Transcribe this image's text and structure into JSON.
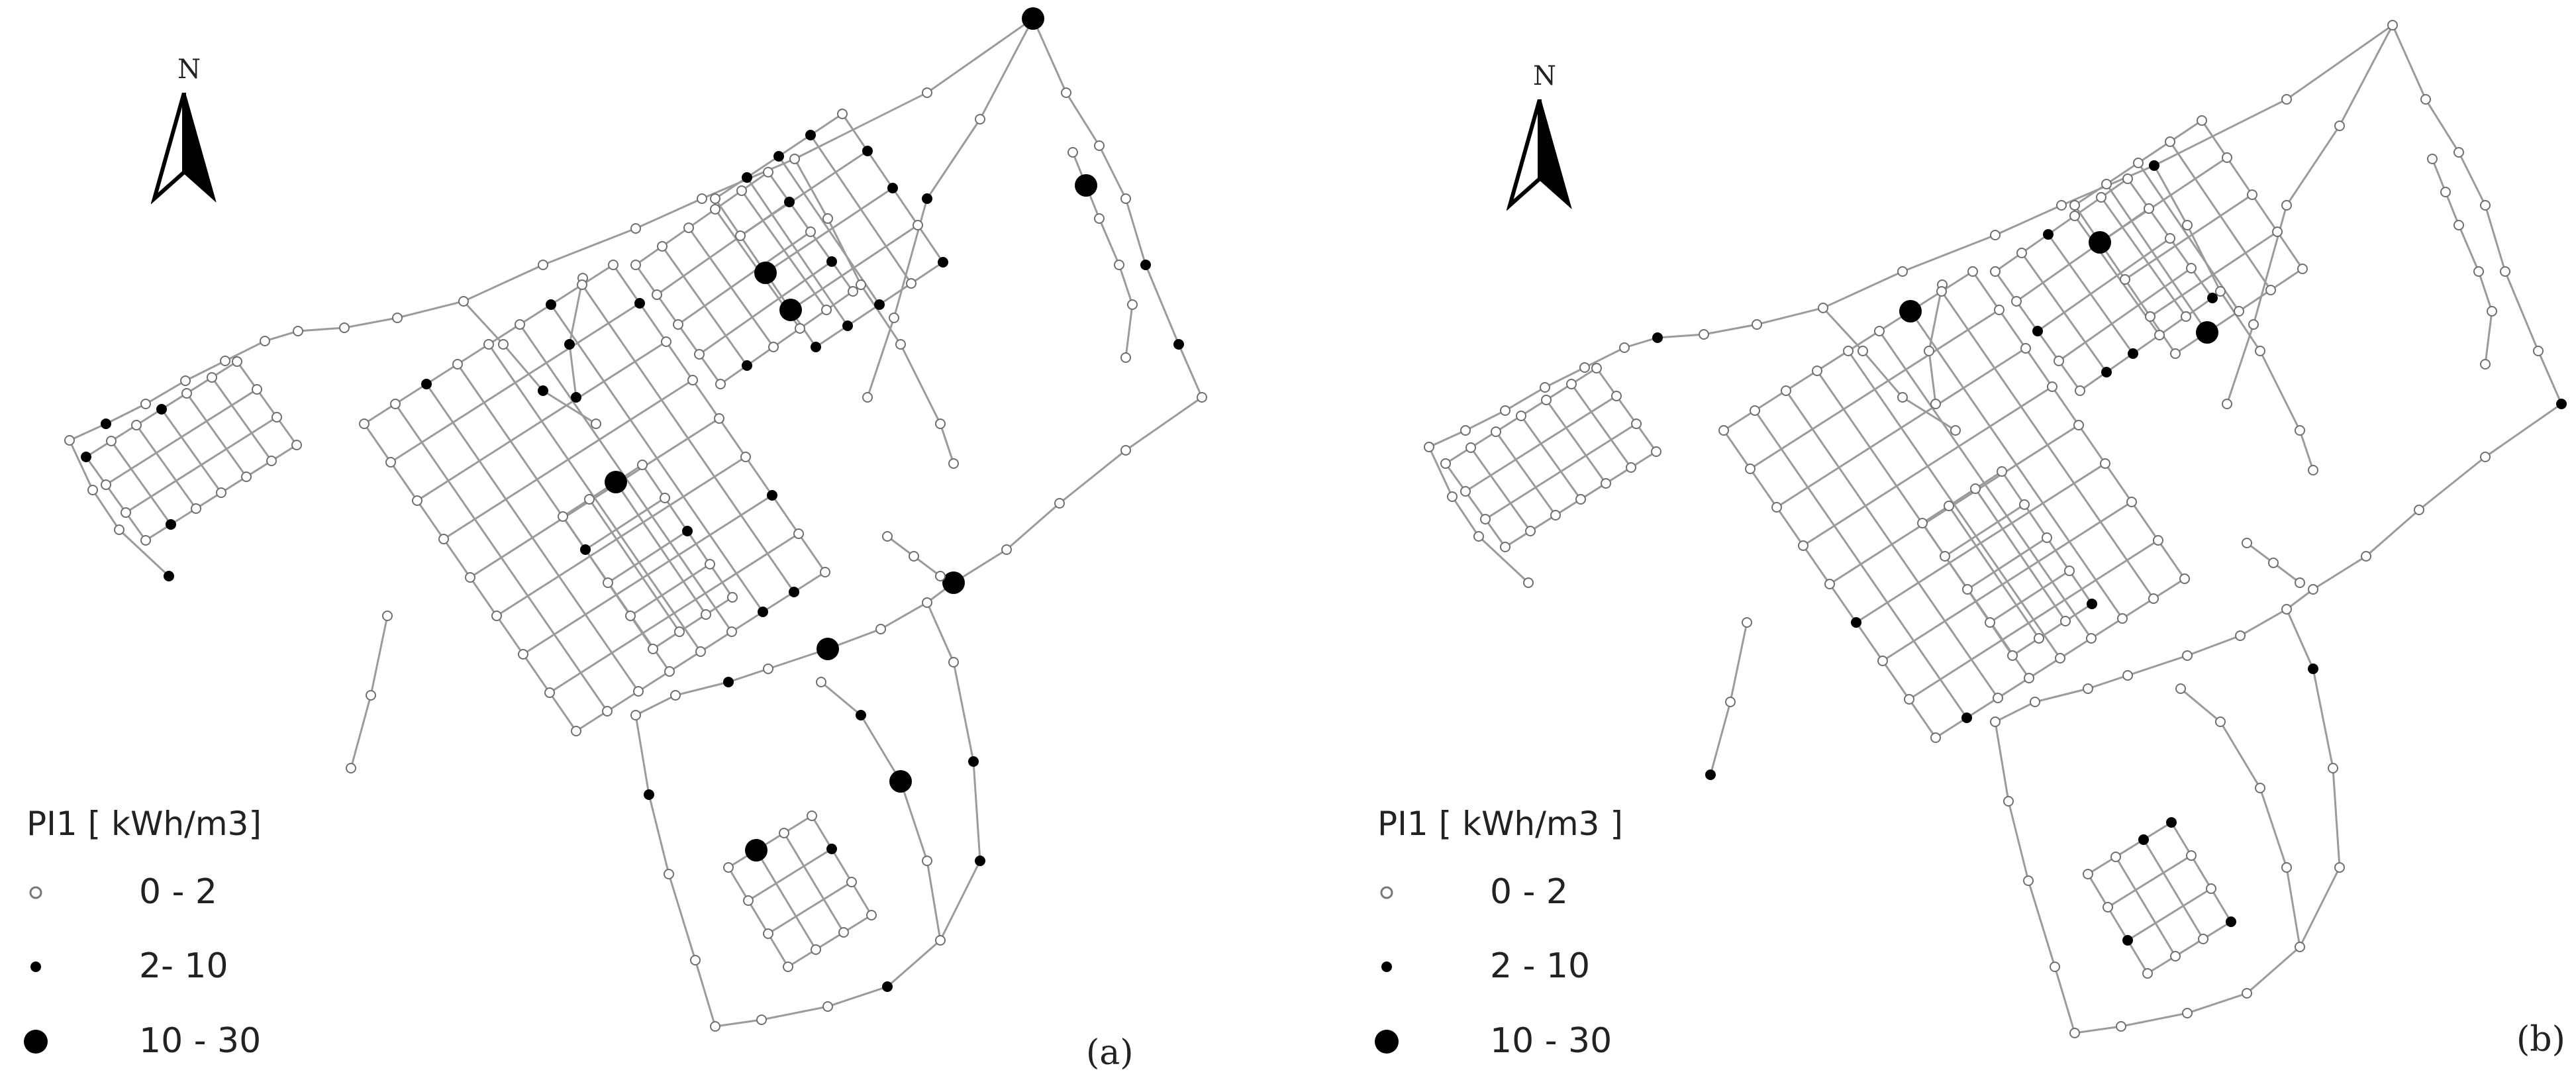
{
  "legend": {
    "title_a": "PI1 [ kWh/m3]",
    "title_b": "PI1 [ kWh/m3 ]",
    "classes_a": [
      "0 - 2",
      "2- 10",
      "10 - 30"
    ],
    "classes_b": [
      "0 - 2",
      "2 - 10",
      "10 - 30"
    ]
  },
  "north_label": "N",
  "panels": [
    {
      "label": "(a)"
    },
    {
      "label": "(b)"
    }
  ],
  "colors": {
    "pipe": "#9b9b9b",
    "node_fill_low": "#ffffff",
    "node_fill_mid": "#000000",
    "node_fill_high": "#000000"
  }
}
